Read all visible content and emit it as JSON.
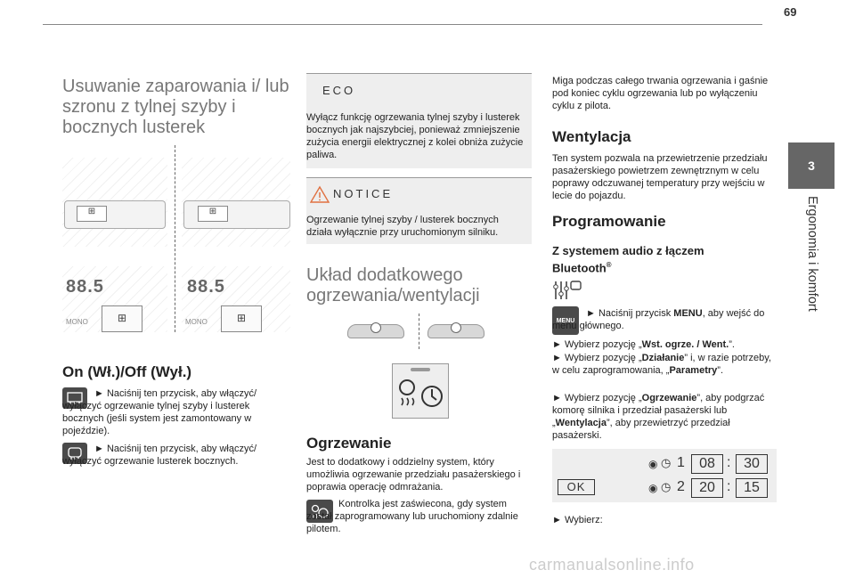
{
  "page_number": "69",
  "chapter": {
    "number": "3",
    "title": "Ergonomia i komfort"
  },
  "col1": {
    "title": "Usuwanie zaparowania i/ lub szronu z tylnej szyby i bocznych lusterek",
    "panel_display": "88.5",
    "panel_mono": "MONO",
    "subtitle": "On (Wł.)/Off (Wył.)",
    "p1": "► Naciśnij ten przycisk, aby włączyć/ wyłączyć ogrzewanie tylnej szyby i lusterek bocznych (jeśli system jest zamontowany w pojeździe).",
    "p2": "► Naciśnij ten przycisk, aby włączyć/ wyłączyć ogrzewanie lusterek bocznych."
  },
  "col2": {
    "eco_title": "ECO",
    "eco_text": "Wyłącz funkcję ogrzewania tylnej szyby i lusterek bocznych jak najszybciej, ponieważ zmniejszenie zużycia energii elektrycznej z kolei obniża zużycie paliwa.",
    "notice_title": "NOTICE",
    "notice_text": "Ogrzewanie tylnej szyby / lusterek bocznych działa wyłącznie przy uruchomionym silniku.",
    "section_title": "Układ dodatkowego ogrzewania/wentylacji",
    "heating_title": "Ogrzewanie",
    "heating_p1": "Jest to dodatkowy i oddzielny system, który umożliwia ogrzewanie przedziału pasażerskiego i poprawia operację odmrażania.",
    "heating_p2": "Kontrolka jest zaświecona, gdy system został zaprogramowany lub uruchomiony zdalnie pilotem."
  },
  "col3": {
    "p_top": "Miga podczas całego trwania ogrzewania i gaśnie pod koniec cyklu ogrzewania lub po wyłączeniu cyklu z pilota.",
    "vent_title": "Wentylacja",
    "vent_text": "Ten system pozwala na przewietrzenie przedziału pasażerskiego powietrzem zewnętrznym w celu poprawy odczuwanej temperatury przy wejściu w lecie do pojazdu.",
    "prog_title": "Programowanie",
    "prog_sub": "Z systemem audio z łączem Bluetooth",
    "prog_sup": "®",
    "menu_label": "MENU",
    "s1a": "► Naciśnij przycisk ",
    "s1b": "MENU",
    "s1c": ", aby wejść do menu głównego.",
    "s2a": "► Wybierz pozycję „",
    "s2b": "Wst. ogrze. / Went.",
    "s2c": "”.",
    "s3a": "► Wybierz pozycję „",
    "s3b": "Działanie",
    "s3c": "” i, w razie potrzeby, w celu zaprogramowania, „",
    "s3d": "Parametry",
    "s3e": "”.",
    "s4a": "► Wybierz pozycję „",
    "s4b": "Ogrzewanie",
    "s4c": "”, aby podgrzać komorę silnika i przedział pasażerski lub „",
    "s4d": "Wentylacja",
    "s4e": "”, aby przewietrzyć przedział pasażerski.",
    "screen": {
      "ok": "OK",
      "timer1_num": "1",
      "timer1_h": "08",
      "timer1_m": "30",
      "timer2_num": "2",
      "timer2_h": "20",
      "timer2_m": "15",
      "sep": ":"
    },
    "p_bottom": "► Wybierz:"
  },
  "footer": "carmanualsonline.info"
}
